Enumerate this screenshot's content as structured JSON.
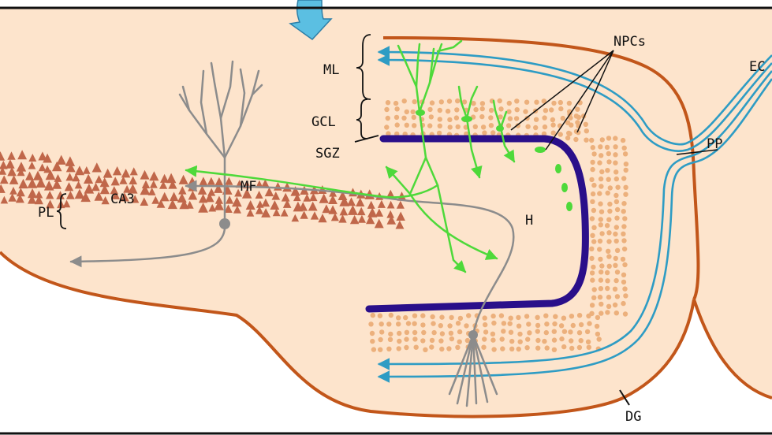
{
  "diagram": {
    "labels": {
      "ml": "ML",
      "gcl": "GCL",
      "sgz": "SGZ",
      "ca3": "CA3",
      "pl": "PL",
      "mf": "MF",
      "h": "H",
      "npcs": "NPCs",
      "ec": "EC",
      "pp": "PP",
      "dg": "DG"
    },
    "colors": {
      "tissue": "#fde4cc",
      "outline": "#c2561a",
      "perforant_path": "#2e9cc4",
      "granule_layer": "#2a0f8a",
      "granule_dots": "#ecb07c",
      "new_neurons": "#4ed93a",
      "pyramidal_cells": "#c0674a",
      "mossy_fibers": "#8c8c8c",
      "input_arrow": "#5bbfe2",
      "frame": "#111111"
    }
  }
}
